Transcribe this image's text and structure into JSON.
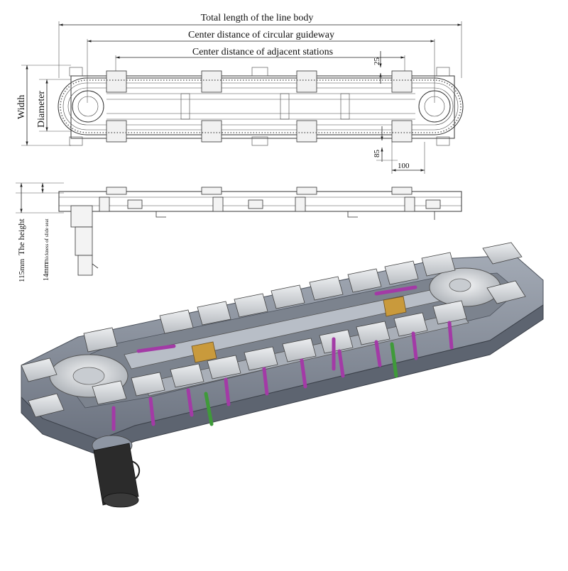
{
  "labels": {
    "total_length": "Total length of the line body",
    "center_circular": "Center distance of circular guideway",
    "center_stations": "Center distance of adjacent stations",
    "dim_25": "25",
    "dim_85": "85",
    "dim_100": "100",
    "width": "Width",
    "diameter": "Diameter",
    "height": "The height",
    "height_value": "115mm",
    "slide_thickness": "Thickness of slide seat",
    "slide_thickness_value": "14mm"
  },
  "colors": {
    "frame": "#8e96a3",
    "frame_dark": "#5d6470",
    "carrier": "#d9dbde",
    "accent_purple": "#a33aa6",
    "accent_green": "#3f9a3a",
    "accent_gold": "#c99a3c",
    "motor": "#2b2b2b"
  }
}
